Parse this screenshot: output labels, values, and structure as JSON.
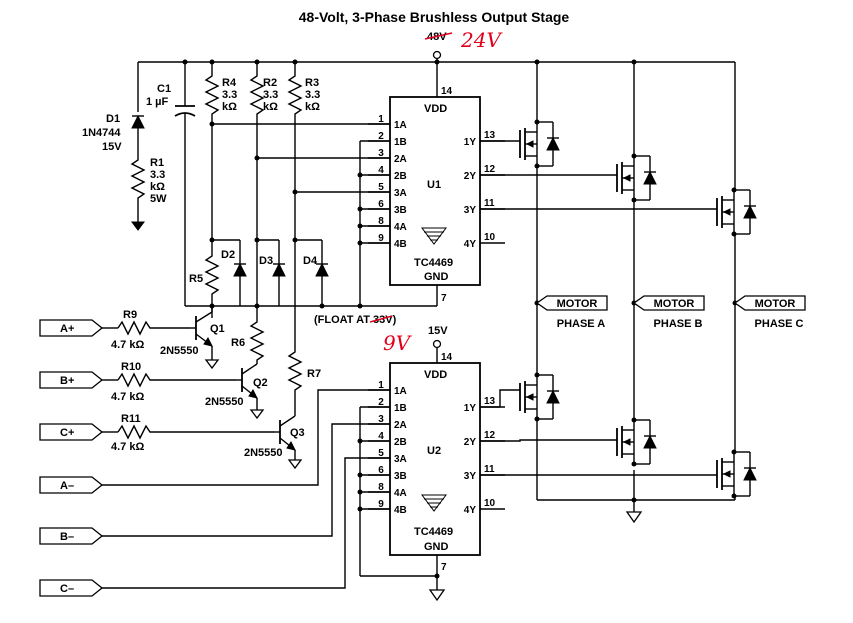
{
  "title": "48-Volt, 3-Phase Brushless Output Stage",
  "supply": {
    "top_label": "48V",
    "top_handwritten": "24V",
    "bottom_label": "15V",
    "bottom_handwritten": "9V",
    "float_note": "(FLOAT AT 33V)"
  },
  "components": {
    "c1": {
      "ref": "C1",
      "value": "1 µF"
    },
    "d1": {
      "ref": "D1",
      "part": "1N4744",
      "value": "15V"
    },
    "r1": {
      "ref": "R1",
      "value": "3.3",
      "unit": "kΩ",
      "power": "5W"
    },
    "r2": {
      "ref": "R2",
      "value": "3.3",
      "unit": "kΩ"
    },
    "r3": {
      "ref": "R3",
      "value": "3.3",
      "unit": "kΩ"
    },
    "r4": {
      "ref": "R4",
      "value": "3.3",
      "unit": "kΩ"
    },
    "r5": {
      "ref": "R5"
    },
    "r6": {
      "ref": "R6"
    },
    "r7": {
      "ref": "R7"
    },
    "r9": {
      "ref": "R9",
      "value": "4.7 kΩ"
    },
    "r10": {
      "ref": "R10",
      "value": "4.7 kΩ"
    },
    "r11": {
      "ref": "R11",
      "value": "4.7 kΩ"
    },
    "d2": {
      "ref": "D2"
    },
    "d3": {
      "ref": "D3"
    },
    "d4": {
      "ref": "D4"
    },
    "q1": {
      "ref": "Q1",
      "part": "2N5550"
    },
    "q2": {
      "ref": "Q2",
      "part": "2N5550"
    },
    "q3": {
      "ref": "Q3",
      "part": "2N5550"
    }
  },
  "ics": {
    "u1": {
      "ref": "U1",
      "part": "TC4469",
      "vdd": "VDD",
      "gnd": "GND"
    },
    "u2": {
      "ref": "U2",
      "part": "TC4469",
      "vdd": "VDD",
      "gnd": "GND"
    }
  },
  "ic_pins": {
    "left": [
      {
        "num": "1",
        "name": "1A"
      },
      {
        "num": "2",
        "name": "1B"
      },
      {
        "num": "3",
        "name": "2A"
      },
      {
        "num": "4",
        "name": "2B"
      },
      {
        "num": "5",
        "name": "3A"
      },
      {
        "num": "6",
        "name": "3B"
      },
      {
        "num": "8",
        "name": "4A"
      },
      {
        "num": "9",
        "name": "4B"
      }
    ],
    "right": [
      {
        "num": "13",
        "name": "1Y"
      },
      {
        "num": "12",
        "name": "2Y"
      },
      {
        "num": "11",
        "name": "3Y"
      },
      {
        "num": "10",
        "name": "4Y"
      }
    ],
    "vdd_pin": "14",
    "gnd_pin": "7"
  },
  "inputs": {
    "a_plus": "A+",
    "b_plus": "B+",
    "c_plus": "C+",
    "a_minus": "A–",
    "b_minus": "B–",
    "c_minus": "C–"
  },
  "motor_phases": [
    {
      "tag": "MOTOR",
      "phase": "PHASE A"
    },
    {
      "tag": "MOTOR",
      "phase": "PHASE B"
    },
    {
      "tag": "MOTOR",
      "phase": "PHASE C"
    }
  ]
}
